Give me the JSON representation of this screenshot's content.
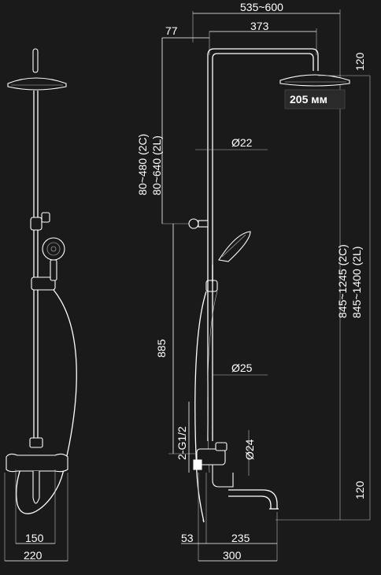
{
  "dimensions": {
    "overall_width": "535~600",
    "offset_77": "77",
    "arm_373": "373",
    "head_drop_120": "120",
    "head_size": "205 мм",
    "adj_range_top_2c": "80~480 (2C)",
    "adj_range_top_2l": "80~640 (2L)",
    "pipe_d22": "Ø22",
    "height_885": "885",
    "pipe_d25": "Ø25",
    "thread": "2-G1/2",
    "pipe_d24": "Ø24",
    "total_height_2c": "845~1245 (2C)",
    "total_height_2l": "845~1400 (2L)",
    "spout_drop_120": "120",
    "bottom_150": "150",
    "bottom_220": "220",
    "bottom_53": "53",
    "bottom_235": "235",
    "bottom_300": "300"
  }
}
